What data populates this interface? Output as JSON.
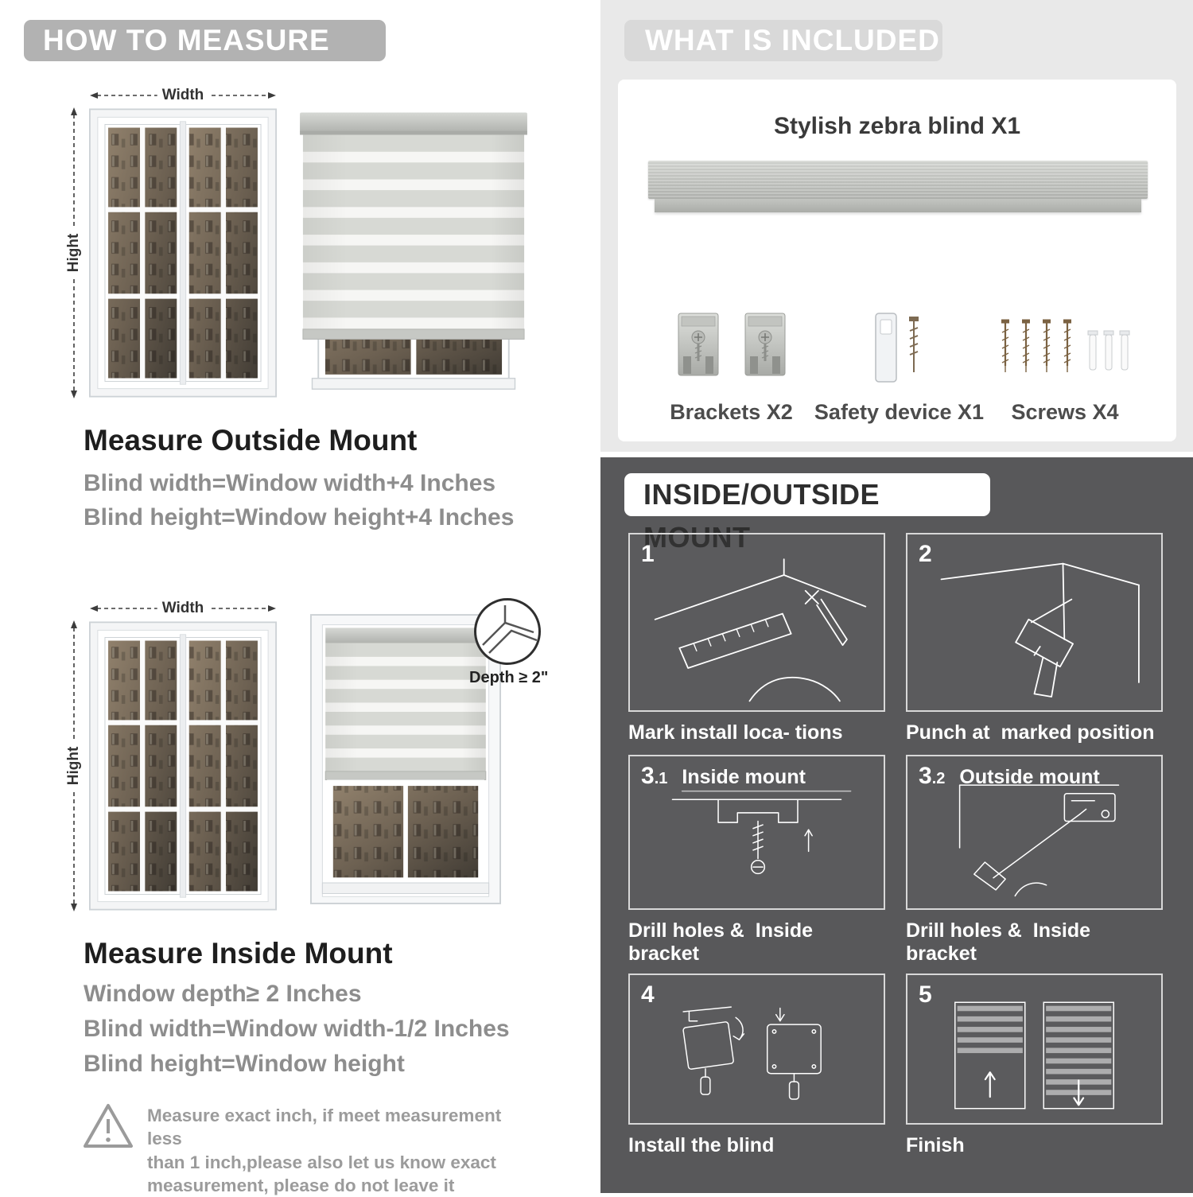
{
  "colors": {
    "pill_gray": "#b2b2b2",
    "light_section_bg": "#e9e9e9",
    "light_pill": "#d9d9d9",
    "dark_section_bg": "#58585a",
    "gray_text": "#8d8d8d"
  },
  "left": {
    "header": "HOW TO MEASURE",
    "width_label": "Width",
    "height_label": "Hight",
    "outside": {
      "title": "Measure Outside Mount",
      "line1": "Blind width=Window width+4 Inches",
      "line2": "Blind height=Window height+4 Inches"
    },
    "inside": {
      "title": "Measure Inside Mount",
      "depth_label": "Depth ≥ 2\"",
      "line1": "Window depth≥ 2 Inches",
      "line2": "Blind width=Window width-1/2 Inches",
      "line3": "Blind height=Window height"
    },
    "note": "Measure exact inch, if meet measurement less\nthan 1 inch,please also let us know exact\nmeasurement, please do not leave it"
  },
  "right": {
    "included": {
      "header": "WHAT IS INCLUDED",
      "blind_label": "Stylish zebra blind X1",
      "items": [
        {
          "label": "Brackets X2"
        },
        {
          "label": "Safety device X1"
        },
        {
          "label": "Screws X4"
        }
      ]
    },
    "mount": {
      "header": "INSIDE/OUTSIDE MOUNT",
      "steps": [
        {
          "num": "1",
          "sub": "",
          "label": "",
          "caption": "Mark install loca- tions"
        },
        {
          "num": "2",
          "sub": "",
          "label": "",
          "caption": "Punch at  marked position"
        },
        {
          "num": "3",
          "sub": ".1",
          "label": "Inside mount",
          "caption": "Drill holes &  Inside bracket"
        },
        {
          "num": "3",
          "sub": ".2",
          "label": "Outside mount",
          "caption": "Drill holes &  Inside bracket"
        },
        {
          "num": "4",
          "sub": "",
          "label": "",
          "caption": "Install the blind"
        },
        {
          "num": "5",
          "sub": "",
          "label": "",
          "caption": "Finish"
        }
      ]
    }
  }
}
